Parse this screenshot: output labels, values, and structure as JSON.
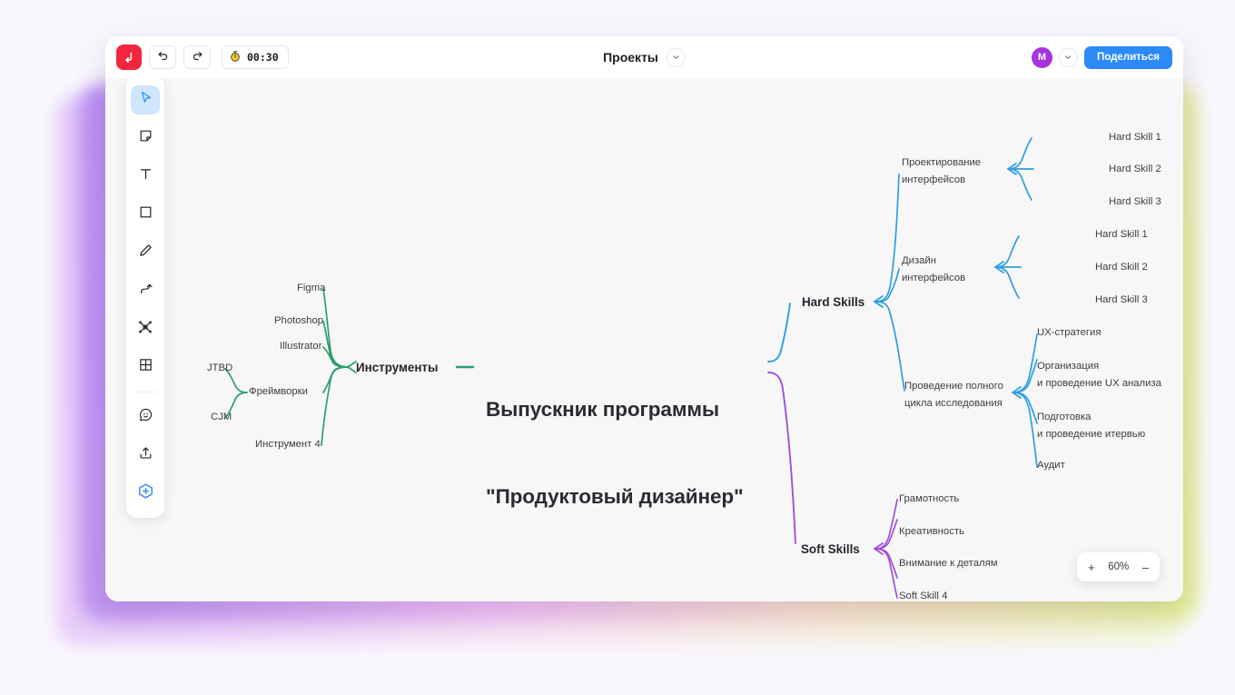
{
  "topbar": {
    "logo_icon": "app-logo-icon",
    "undo_icon": "undo-icon",
    "redo_icon": "redo-icon",
    "timer_icon": "stopwatch-icon",
    "timer_value": "00:30",
    "doc_title": "Проекты",
    "doc_chevron_icon": "chevron-down-icon",
    "avatar_initial": "M",
    "avatar_chevron_icon": "chevron-down-icon",
    "share_label": "Поделиться"
  },
  "toolbar": {
    "items": [
      {
        "name": "select-tool",
        "icon": "cursor-icon",
        "active": true
      },
      {
        "name": "sticky-tool",
        "icon": "sticky-note-icon",
        "active": false
      },
      {
        "name": "text-tool",
        "icon": "text-icon",
        "active": false
      },
      {
        "name": "shape-tool",
        "icon": "square-icon",
        "active": false
      },
      {
        "name": "pencil-tool",
        "icon": "pencil-icon",
        "active": false
      },
      {
        "name": "connector-tool",
        "icon": "arrow-curve-icon",
        "active": false
      },
      {
        "name": "mindmap-tool",
        "icon": "mindmap-icon",
        "active": false
      },
      {
        "name": "table-tool",
        "icon": "table-grid-icon",
        "active": false
      },
      {
        "name": "sticker-tool",
        "icon": "sticker-smiley-icon",
        "active": false
      },
      {
        "name": "upload-tool",
        "icon": "upload-icon",
        "active": false
      },
      {
        "name": "add-tool",
        "icon": "add-plus-box-icon",
        "active": false
      }
    ]
  },
  "zoom_control": {
    "plus_label": "+",
    "value": "60%",
    "minus_label": "–"
  },
  "mindmap": {
    "colors": {
      "tools_branch": "#2e9e6b",
      "hard_branch": "#2e9ede",
      "soft_branch": "#a34ddc",
      "text": "#3c3c44",
      "branch_text": "#25252c"
    },
    "center": {
      "line1": "Выпускник программы",
      "line2": "\"Продуктовый дизайнер\""
    },
    "tools": {
      "label": "Инструменты",
      "children": [
        {
          "label": "Figma"
        },
        {
          "label": "Photoshop"
        },
        {
          "label": "Illustrator"
        },
        {
          "label": "Фреймворки",
          "children": [
            {
              "label": "JTBD"
            },
            {
              "label": "CJM"
            }
          ]
        },
        {
          "label": "Инструмент 4"
        }
      ]
    },
    "hard_skills": {
      "label": "Hard Skills",
      "children": [
        {
          "label_line1": "Проектирование",
          "label_line2": "интерфейсов",
          "children": [
            {
              "label": "Hard Skill 1"
            },
            {
              "label": "Hard Skill 2"
            },
            {
              "label": "Hard Skill 3"
            }
          ]
        },
        {
          "label_line1": "Дизайн",
          "label_line2": "интерфейсов",
          "children": [
            {
              "label": "Hard Skill 1"
            },
            {
              "label": "Hard Skill 2"
            },
            {
              "label": "Hard Skill 3"
            }
          ]
        },
        {
          "label_line1": "Проведение полного",
          "label_line2": "цикла исследования",
          "children": [
            {
              "label_line1": "UX-стратегия",
              "label_line2": ""
            },
            {
              "label_line1": "Организация",
              "label_line2": "и проведение UX анализа"
            },
            {
              "label_line1": "Подготовка",
              "label_line2": "и проведение итервью"
            },
            {
              "label_line1": "Аудит",
              "label_line2": ""
            }
          ]
        }
      ]
    },
    "soft_skills": {
      "label": "Soft Skills",
      "children": [
        {
          "label": "Грамотность"
        },
        {
          "label": "Креативность"
        },
        {
          "label": "Внимание к деталям"
        },
        {
          "label": "Soft Skill 4"
        }
      ]
    }
  }
}
